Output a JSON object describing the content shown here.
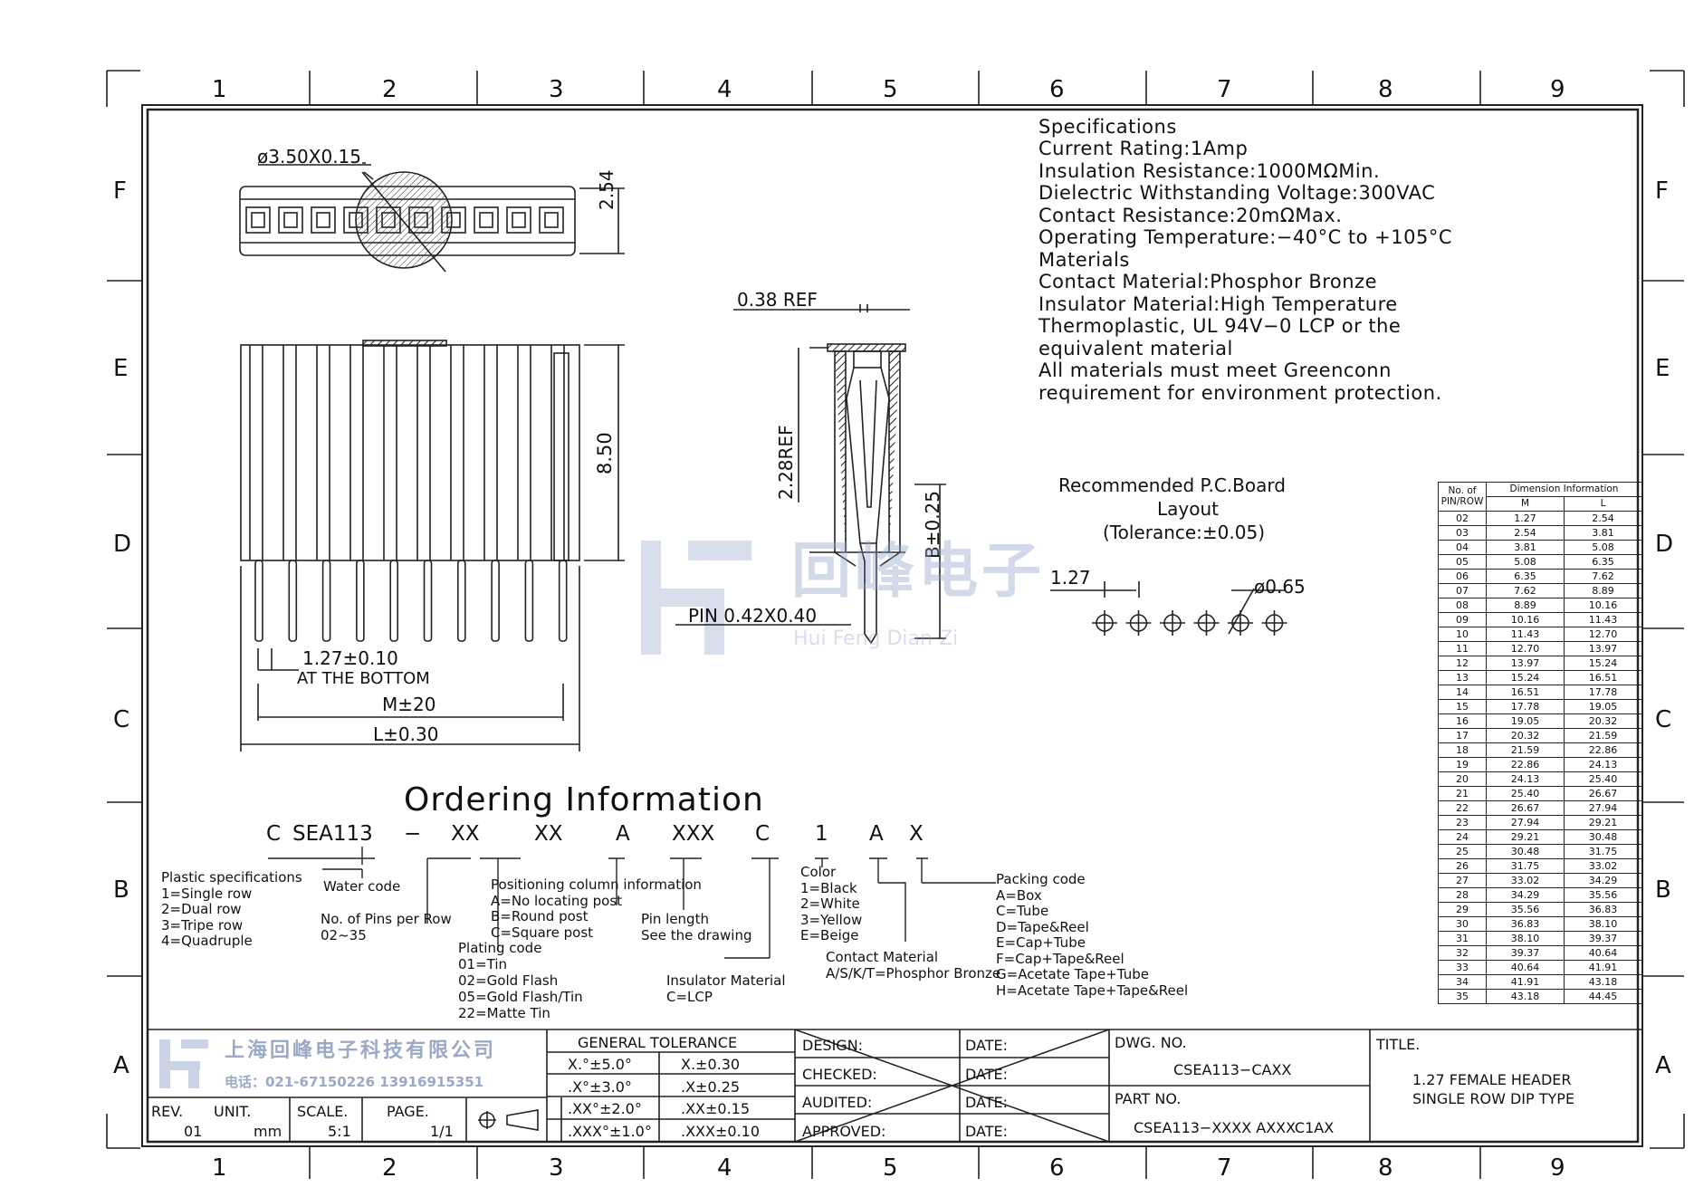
{
  "columns": [
    "1",
    "2",
    "3",
    "4",
    "5",
    "6",
    "7",
    "8",
    "9"
  ],
  "rows": [
    "F",
    "E",
    "D",
    "C",
    "B",
    "A"
  ],
  "specs": {
    "title": "Specifications",
    "lines": [
      "Current  Rating:1Amp",
      "Insulation  Resistance:1000MΩMin.",
      "Dielectric  Withstanding  Voltage:300VAC",
      "Contact  Resistance:20mΩMax.",
      "Operating  Temperature:−40°C  to  +105°C",
      "Materials",
      "Contact  Material:Phosphor  Bronze",
      "Insulator  Material:High  Temperature",
      "Thermoplastic,  UL  94V−0  LCP  or  the",
      "equivalent  material",
      "All  materials  must  meet  Greenconn",
      "requirement  for  environment  protection."
    ]
  },
  "dims": {
    "dia": "ø3.50X0.15",
    "h254": "2.54",
    "h850": "8.50",
    "pitch": "1.27±0.10",
    "at_bottom": "AT THE BOTTOM",
    "m": "M±20",
    "l": "L±0.30",
    "ref038": "0.38  REF",
    "ref228": "2.28REF",
    "b": "B±0.25",
    "pin": "PIN  0.42X0.40"
  },
  "pcb": {
    "title1": "Recommended  P.C.Board",
    "title2": "Layout",
    "tol": "(Tolerance:±0.05)",
    "pitch": "1.27",
    "hole": "ø0.65"
  },
  "watermark": {
    "cn": "回峰电子",
    "en": "Hui  Feng  Dian  Zi"
  },
  "ordering": {
    "title": "Ordering   Information",
    "code": [
      "C",
      "SEA113",
      "−",
      "XX",
      "XX",
      "A",
      "XXX",
      "C",
      "1",
      "A",
      "X"
    ],
    "plastic": [
      "Plastic  specifications",
      "1=Single  row",
      "2=Dual  row",
      "3=Tripe  row",
      "4=Quadruple"
    ],
    "water": "Water  code",
    "pins": [
      "No.  of  Pins  per  Row",
      "02~35"
    ],
    "plating": [
      "Plating  code",
      "01=Tin",
      "02=Gold  Flash",
      "05=Gold  Flash/Tin",
      "22=Matte  Tin"
    ],
    "positioning": [
      "Positioning  column  information",
      "A=No  locating  post",
      "B=Round  post",
      "C=Square  post"
    ],
    "pinlen": [
      "Pin  length",
      "See  the  drawing"
    ],
    "insulator": [
      "Insulator  Material",
      "C=LCP"
    ],
    "color": [
      "Color",
      "1=Black",
      "2=White",
      "3=Yellow",
      "E=Beige"
    ],
    "contact": [
      "Contact  Material",
      "A/S/K/T=Phosphor  Bronze"
    ],
    "packing": [
      "Packing  code",
      "A=Box",
      "C=Tube",
      "D=Tape&Reel",
      "E=Cap+Tube",
      "F=Cap+Tape&Reel",
      "G=Acetate  Tape+Tube",
      "H=Acetate  Tape+Tape&Reel"
    ]
  },
  "table": {
    "h1": "No.  of PIN/ROW",
    "h2": "Dimension  Information",
    "hm": "M",
    "hl": "L",
    "rows": [
      [
        "02",
        "1.27",
        "2.54"
      ],
      [
        "03",
        "2.54",
        "3.81"
      ],
      [
        "04",
        "3.81",
        "5.08"
      ],
      [
        "05",
        "5.08",
        "6.35"
      ],
      [
        "06",
        "6.35",
        "7.62"
      ],
      [
        "07",
        "7.62",
        "8.89"
      ],
      [
        "08",
        "8.89",
        "10.16"
      ],
      [
        "09",
        "10.16",
        "11.43"
      ],
      [
        "10",
        "11.43",
        "12.70"
      ],
      [
        "11",
        "12.70",
        "13.97"
      ],
      [
        "12",
        "13.97",
        "15.24"
      ],
      [
        "13",
        "15.24",
        "16.51"
      ],
      [
        "14",
        "16.51",
        "17.78"
      ],
      [
        "15",
        "17.78",
        "19.05"
      ],
      [
        "16",
        "19.05",
        "20.32"
      ],
      [
        "17",
        "20.32",
        "21.59"
      ],
      [
        "18",
        "21.59",
        "22.86"
      ],
      [
        "19",
        "22.86",
        "24.13"
      ],
      [
        "20",
        "24.13",
        "25.40"
      ],
      [
        "21",
        "25.40",
        "26.67"
      ],
      [
        "22",
        "26.67",
        "27.94"
      ],
      [
        "23",
        "27.94",
        "29.21"
      ],
      [
        "24",
        "29.21",
        "30.48"
      ],
      [
        "25",
        "30.48",
        "31.75"
      ],
      [
        "26",
        "31.75",
        "33.02"
      ],
      [
        "27",
        "33.02",
        "34.29"
      ],
      [
        "28",
        "34.29",
        "35.56"
      ],
      [
        "29",
        "35.56",
        "36.83"
      ],
      [
        "30",
        "36.83",
        "38.10"
      ],
      [
        "31",
        "38.10",
        "39.37"
      ],
      [
        "32",
        "39.37",
        "40.64"
      ],
      [
        "33",
        "40.64",
        "41.91"
      ],
      [
        "34",
        "41.91",
        "43.18"
      ],
      [
        "35",
        "43.18",
        "44.45"
      ]
    ]
  },
  "titleblock": {
    "company": "上海回峰电子科技有限公司",
    "phone": "电话：021-67150226  13916915351",
    "rev_label": "REV.",
    "rev": "01",
    "unit_label": "UNIT.",
    "unit": "mm",
    "scale_label": "SCALE.",
    "scale": "5:1",
    "page_label": "PAGE.",
    "page": "1/1",
    "tol_title": "GENERAL  TOLERANCE",
    "tol": [
      [
        "X.°±5.0°",
        "X.±0.30"
      ],
      [
        ".X°±3.0°",
        ".X±0.25"
      ],
      [
        ".XX°±2.0°",
        ".XX±0.15"
      ],
      [
        ".XXX°±1.0°",
        ".XXX±0.10"
      ]
    ],
    "design": "DESIGN:",
    "checked": "CHECKED:",
    "audited": "AUDITED:",
    "approved": "APPROVED:",
    "date": "DATE:",
    "dwg_label": "DWG.  NO.",
    "dwg": "CSEA113−CAXX",
    "part_label": "PART  NO.",
    "part": "CSEA113−XXXX  AXXXC1AX",
    "title_label": "TITLE.",
    "title1": "1.27  FEMALE  HEADER",
    "title2": "SINGLE  ROW  DIP  TYPE"
  }
}
